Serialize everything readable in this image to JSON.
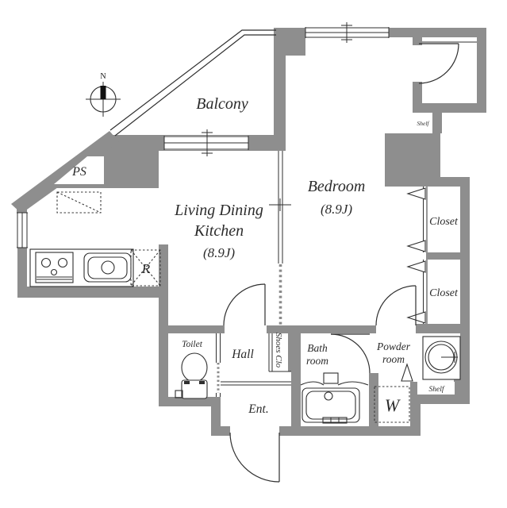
{
  "plan": {
    "type": "apartment-floor-plan",
    "compass": {
      "north_label": "N"
    },
    "rooms": {
      "balcony": {
        "label": "Balcony"
      },
      "bedroom": {
        "label": "Bedroom",
        "area": "(8.9J)"
      },
      "ldk": {
        "label_line1": "Living Dining",
        "label_line2": "Kitchen",
        "area": "(8.9J)"
      },
      "closet_upper": {
        "label": "Closet"
      },
      "closet_lower": {
        "label": "Closet"
      },
      "toilet": {
        "label": "Toilet"
      },
      "hall": {
        "label": "Hall"
      },
      "shoes_closet": {
        "label": "Shoes Clo"
      },
      "entrance": {
        "label": "Ent."
      },
      "bathroom": {
        "label_line1": "Bath",
        "label_line2": "room"
      },
      "powder_room": {
        "label_line1": "Powder",
        "label_line2": "room"
      }
    },
    "fixtures": {
      "pipe_space": "PS",
      "refrigerator": "R",
      "washer": "W",
      "shelf_top": "Shelf",
      "shelf_bottom": "Shelf"
    },
    "colors": {
      "wall": "#8e8e8e",
      "line": "#2f2f2f",
      "background": "#ffffff"
    }
  }
}
